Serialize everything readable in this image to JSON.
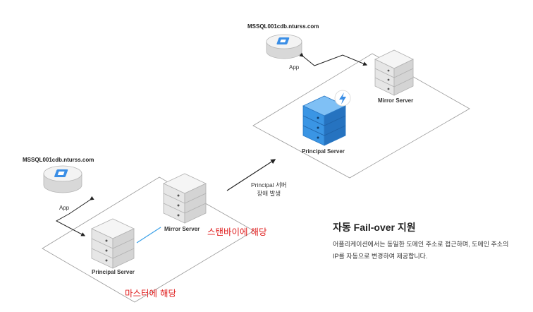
{
  "bottom_site": {
    "host": "MSSQL001cdb.nturss.com",
    "app_label": "App",
    "principal_label": "Principal Server",
    "mirror_label": "Mirror Server"
  },
  "top_site": {
    "host": "MSSQL001cdb.nturss.com",
    "app_label": "App",
    "principal_label": "Principal Server",
    "mirror_label": "Mirror Server"
  },
  "failover_event": {
    "line1": "Principal 서버",
    "line2": "장애 발생"
  },
  "annotations": {
    "standby": "스탠바이에 해당",
    "master": "마스터에 해당"
  },
  "feature": {
    "title": "자동 Fail-over 지원",
    "description": "어플리케이션에서는 동일한 도메인 주소로 접근하며, 도메인 주소의 IP를 자동으로 변경하여 제공합니다."
  },
  "colors": {
    "server_gray": "#e4e4e4",
    "server_blue": "#2f8fe0",
    "lightning_icon": "#3a8ee6",
    "mirror_link": "#3aa0e8",
    "annotation_red": "#e02020"
  },
  "icons": {
    "server": "server-stack-icon",
    "app": "app-device-icon",
    "failover": "lightning-icon"
  }
}
